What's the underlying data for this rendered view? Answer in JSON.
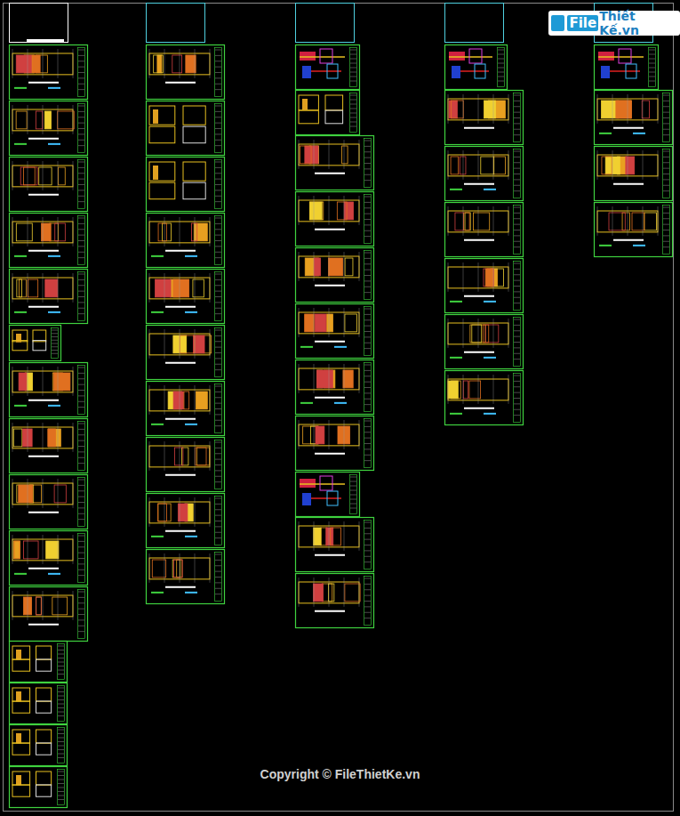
{
  "diagram": {
    "labels": [
      "File",
      "Thiết Kế.vn",
      "Copyright © FileThietKe.vn"
    ]
  }
}
